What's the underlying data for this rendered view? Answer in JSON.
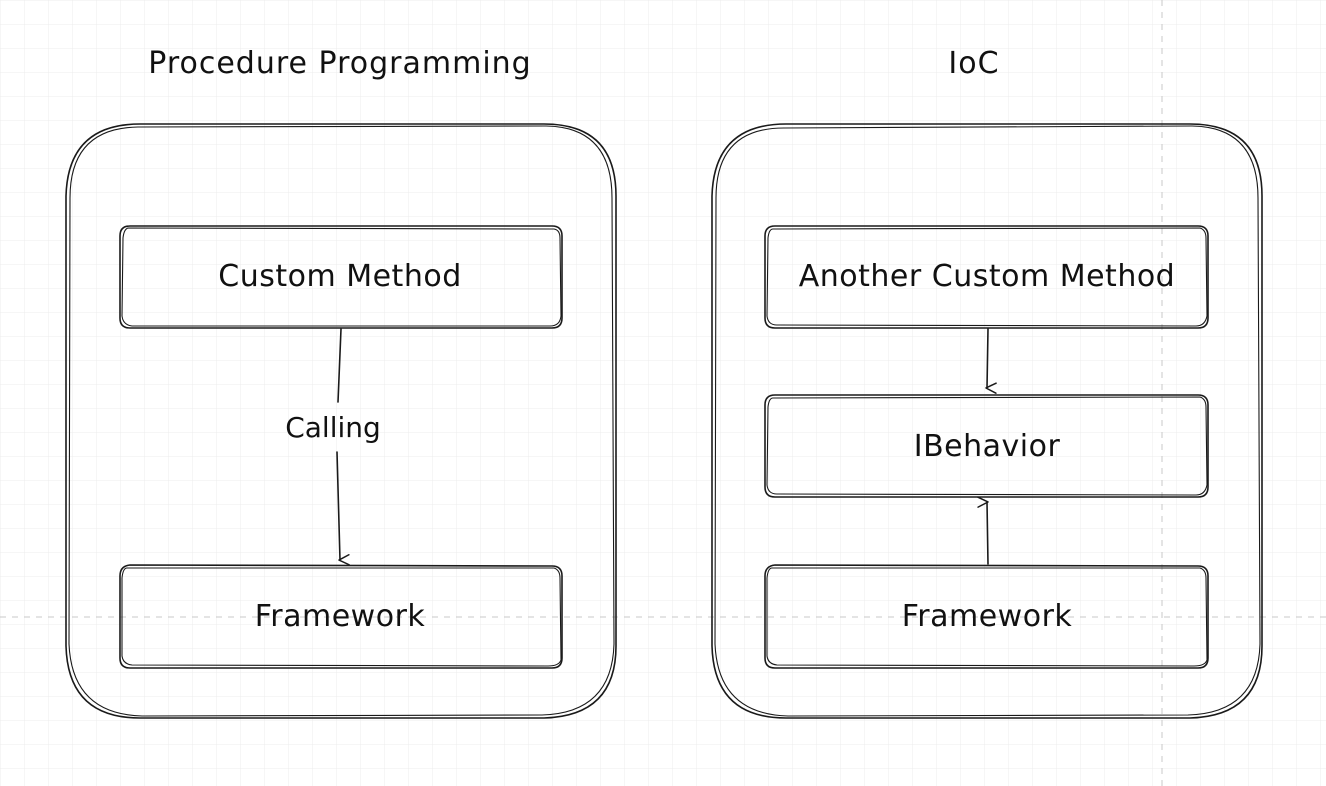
{
  "diagram": {
    "sections": [
      {
        "title": "Procedure Programming",
        "boxes": [
          "Custom Method",
          "Framework"
        ],
        "edge_label": "Calling"
      },
      {
        "title": "IoC",
        "boxes": [
          "Another Custom Method",
          "IBehavior",
          "Framework"
        ]
      }
    ]
  },
  "colors": {
    "stroke": "#1a1a1a",
    "grid": "#e6e6e6",
    "background": "#ffffff"
  }
}
